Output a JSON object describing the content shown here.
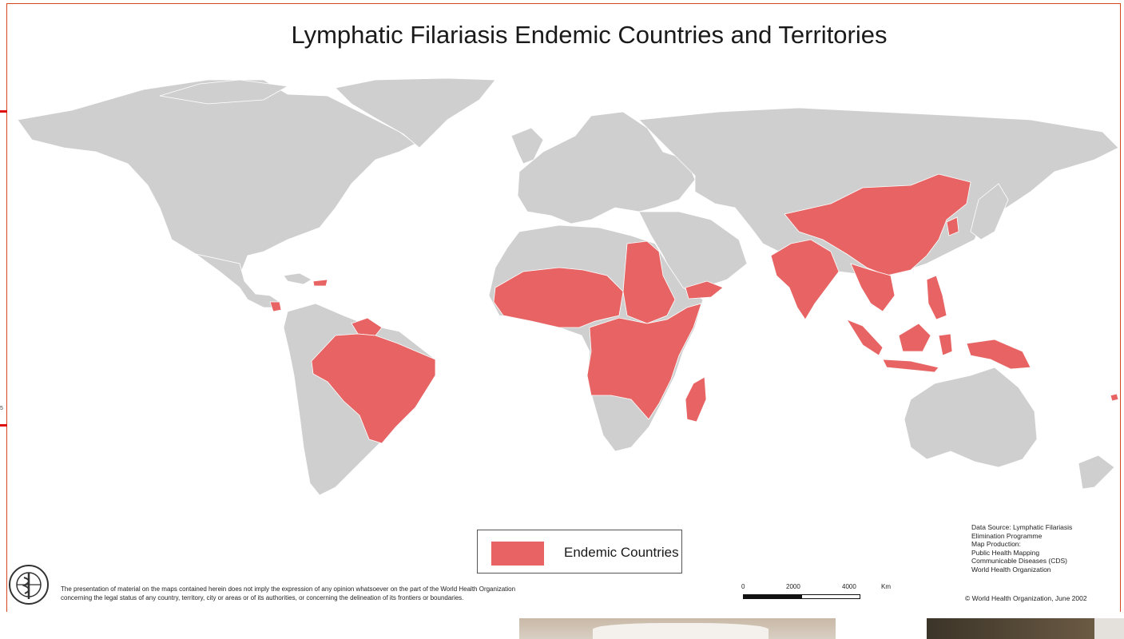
{
  "title": "Lymphatic Filariasis Endemic Countries and Territories",
  "legend": {
    "label": "Endemic Countries",
    "swatch_color": "#e86464"
  },
  "colors": {
    "land": "#cfcfcf",
    "endemic": "#e86464",
    "ocean": "#ffffff",
    "frame": "#d8461e"
  },
  "disclaimer": {
    "line1": "The presentation of material on the maps contained herein does not imply the expression of any opinion whatsoever on the part of the World Health Organization",
    "line2": "concerning the legal status of any country, territory, city or areas or of its authorities, or concerning the delineation of its frontiers or boundaries."
  },
  "source": {
    "lines": [
      "Data Source: Lymphatic Filariasis",
      "Elimination Programme",
      "Map Production:",
      "Public Health Mapping",
      "Communicable Diseases (CDS)",
      "World Health Organization"
    ]
  },
  "copyright": "© World Health Organization, June 2002",
  "scale": {
    "t0": "0",
    "t1": "2000",
    "t2": "4000",
    "unit": "Km"
  },
  "edge_mark": "5",
  "icons": {
    "logo": "who-emblem-icon"
  }
}
